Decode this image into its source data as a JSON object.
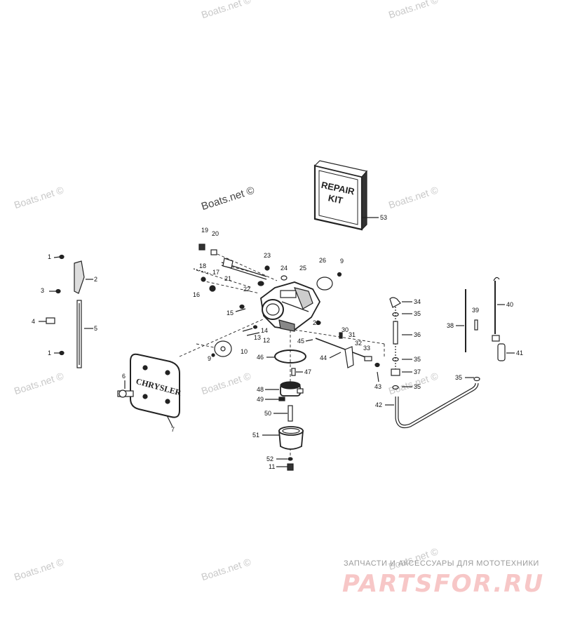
{
  "watermarks": {
    "text": "Boats.net ©",
    "center_text": "Boats.net ©"
  },
  "repair_kit": {
    "line1": "REPAIR",
    "line2": "KIT"
  },
  "plate_text": "CHRYSLER",
  "callouts": [
    "1",
    "2",
    "3",
    "4",
    "5",
    "1",
    "6",
    "7",
    "9",
    "10",
    "11",
    "12",
    "13",
    "14",
    "15",
    "16",
    "17",
    "18",
    "19",
    "20",
    "21",
    "22",
    "23",
    "24",
    "25",
    "26",
    "9",
    "29",
    "30",
    "31",
    "32",
    "33",
    "34",
    "35",
    "36",
    "35",
    "37",
    "35",
    "35",
    "38",
    "39",
    "40",
    "41",
    "42",
    "43",
    "44",
    "45",
    "46",
    "47",
    "48",
    "49",
    "50",
    "51",
    "52",
    "53"
  ],
  "brand": {
    "tagline": "ЗАПЧАСТИ И АКСЕССУАРЫ ДЛЯ МОТОТЕХНИКИ",
    "name": "PARTSFOR.RU"
  },
  "colors": {
    "line": "#222222",
    "watermark": "#c8c8c8",
    "brand": "#f7c7c7"
  }
}
